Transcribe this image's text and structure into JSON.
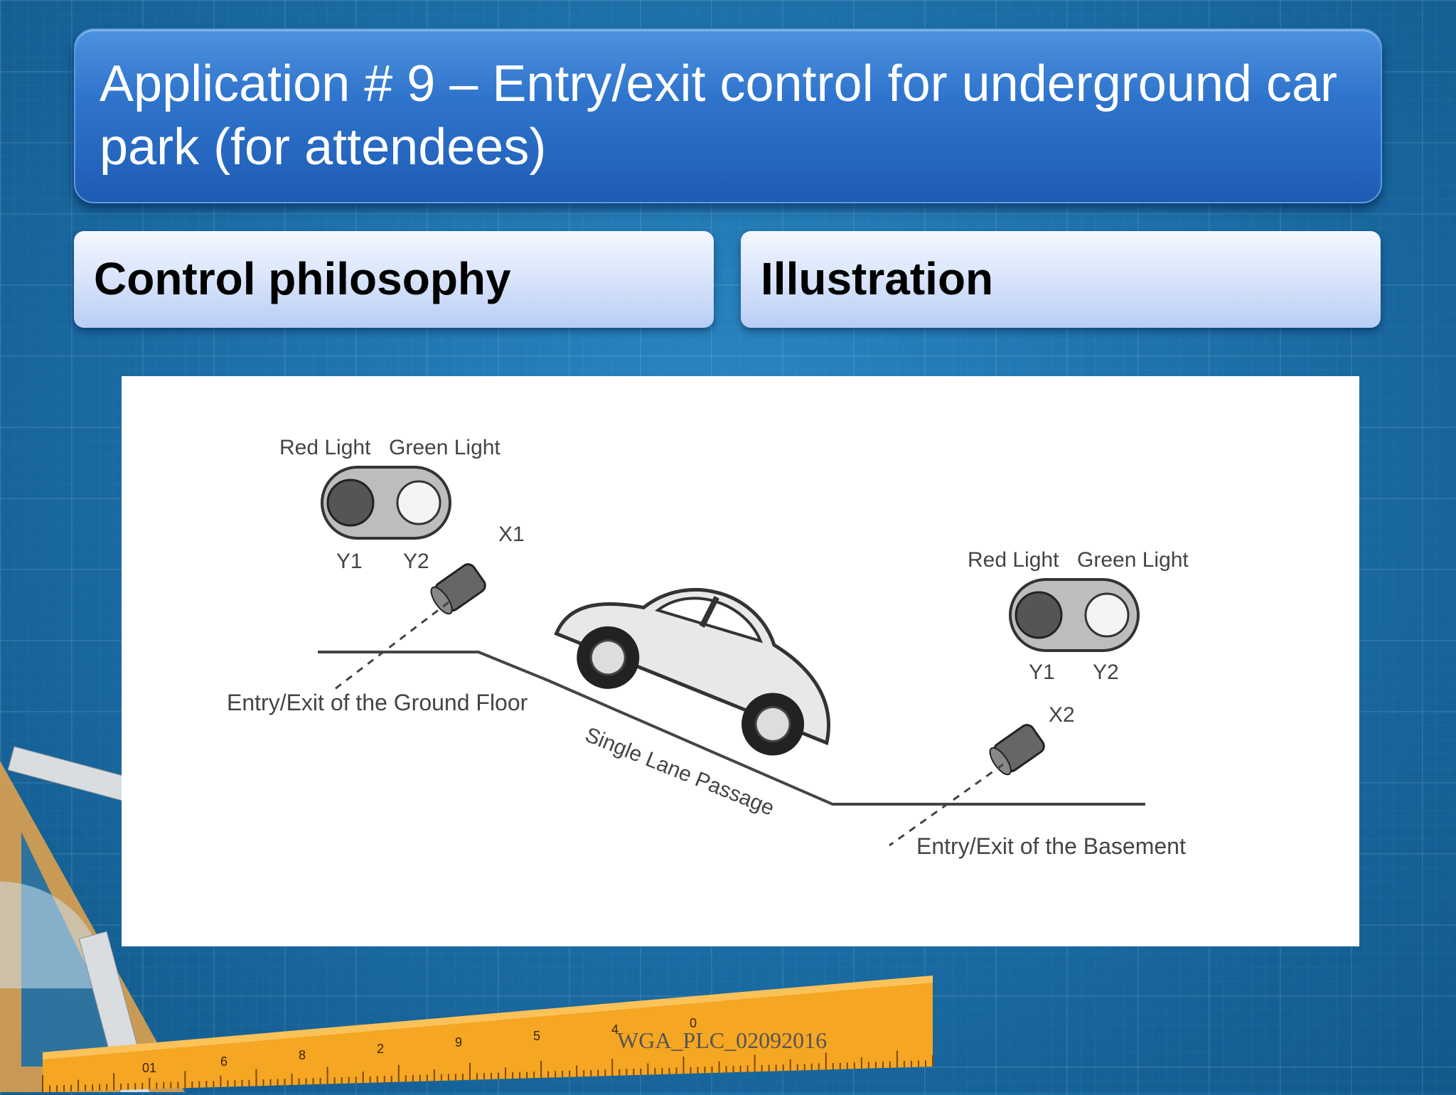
{
  "slide": {
    "title": "Application # 9 – Entry/exit control for underground car park (for attendees)",
    "headers": {
      "left": "Control philosophy",
      "right": "Illustration"
    },
    "illustration": {
      "light1_label_red": "Red Light",
      "light1_label_green": "Green Light",
      "light1_y1": "Y1",
      "light1_y2": "Y2",
      "sensor1": "X1",
      "ground_floor": "Entry/Exit of the Ground Floor",
      "passage": "Single Lane Passage",
      "light2_label_red": "Red Light",
      "light2_label_green": "Green Light",
      "light2_y1": "Y1",
      "light2_y2": "Y2",
      "sensor2": "X2",
      "basement": "Entry/Exit of the Basement"
    },
    "footer": "WGA_PLC_02092016",
    "ruler_numbers": [
      "01",
      "6",
      "8",
      "2",
      "9",
      "5",
      "4",
      "0"
    ],
    "colors": {
      "background": "#1c6fa6",
      "title_box": "#2f74cc",
      "header_box": "#dbe6fb",
      "ruler": "#f5a623"
    }
  }
}
